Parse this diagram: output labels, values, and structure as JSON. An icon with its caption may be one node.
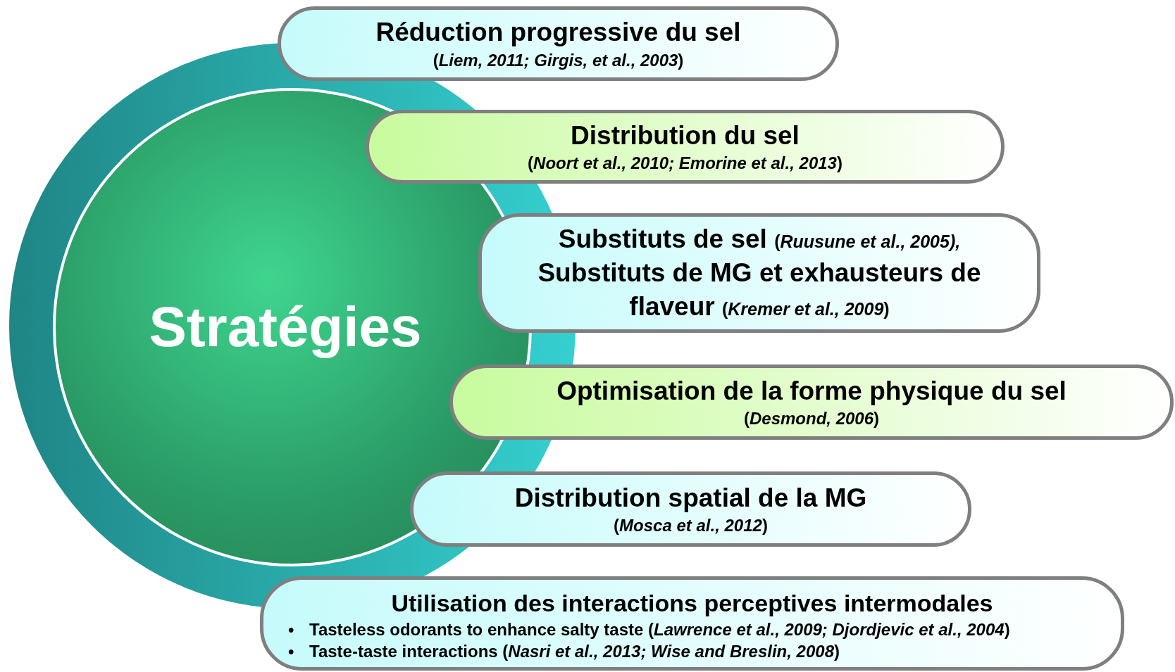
{
  "diagram": {
    "nodes": [
      {
        "text": [
          "Stratégies"
        ]
      },
      {
        "text": [
          "Réduction progressive du sel",
          "(*Liem, 2011; Girgis, et al., 2003*)"
        ]
      },
      {
        "text": [
          "Distribution du sel",
          "(*Noort et al., 2010; Emorine et al., 2013*)"
        ]
      },
      {
        "text": [
          "Substituts de sel",
          "(*Ruusune et al., 2005),*",
          "Substituts de MG et exhausteurs de  flaveur",
          "(*Kremer et al., 2009*)"
        ]
      },
      {
        "text": [
          "Optimisation de la forme physique du sel",
          "(*Desmond, 2006*)"
        ]
      },
      {
        "text": [
          "Distribution spatial de la MG",
          "(*Mosca et al., 2012*)"
        ]
      },
      {
        "text": [
          "Utilisation des interactions perceptives intermodales",
          "•",
          "Tasteless odorants to enhance salty taste (*Lawrence et al., 2009; Djordjevic et al., 2004*)",
          "•",
          "Taste-taste interactions (*Nasri et al., 2013; Wise and Breslin, 2008*)"
        ]
      }
    ],
    "edges": []
  }
}
